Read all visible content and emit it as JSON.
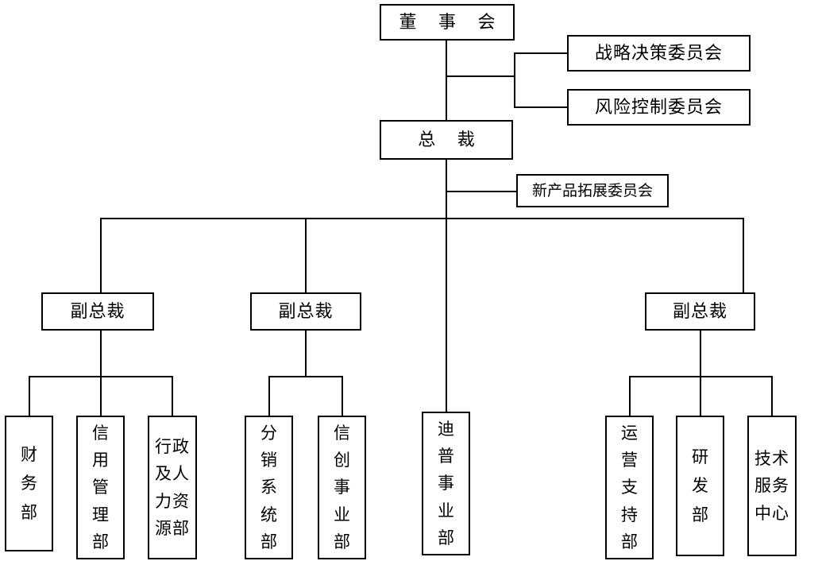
{
  "chart_data": {
    "type": "diagram",
    "title": "",
    "diagram_kind": "organization-chart",
    "orientation": "top-down",
    "nodes": [
      {
        "id": "board",
        "label": "董 事 会",
        "level": 0
      },
      {
        "id": "strategy",
        "label": "战略决策委员会",
        "level": 1
      },
      {
        "id": "risk",
        "label": "风险控制委员会",
        "level": 1
      },
      {
        "id": "president",
        "label": "总  裁",
        "level": 1
      },
      {
        "id": "newproduct",
        "label": "新产品拓展委员会",
        "level": 2
      },
      {
        "id": "vp1",
        "label": "副总裁",
        "level": 3
      },
      {
        "id": "vp2",
        "label": "副总裁",
        "level": 3
      },
      {
        "id": "vp3",
        "label": "副总裁",
        "level": 3
      },
      {
        "id": "finance",
        "label": "财\n务\n部",
        "level": 4
      },
      {
        "id": "credit",
        "label": "信\n用\n管\n理\n部",
        "level": 4
      },
      {
        "id": "hr",
        "label": "行政\n及人\n力资\n源部",
        "level": 4
      },
      {
        "id": "distribution",
        "label": "分\n销\n系\n统\n部",
        "level": 4
      },
      {
        "id": "xinchuang",
        "label": "信\n创\n事\n业\n部",
        "level": 4
      },
      {
        "id": "dptech",
        "label": "迪\n普\n事\n业\n部",
        "level": 4
      },
      {
        "id": "operations",
        "label": "运\n营\n支\n持\n部",
        "level": 4
      },
      {
        "id": "rnd",
        "label": "研\n发\n部",
        "level": 4
      },
      {
        "id": "techservice",
        "label": "技术\n服务\n中心",
        "level": 4
      }
    ],
    "edges": [
      {
        "from": "board",
        "to": "strategy"
      },
      {
        "from": "board",
        "to": "risk"
      },
      {
        "from": "board",
        "to": "president"
      },
      {
        "from": "president",
        "to": "newproduct"
      },
      {
        "from": "president",
        "to": "vp1"
      },
      {
        "from": "president",
        "to": "vp2"
      },
      {
        "from": "president",
        "to": "vp3"
      },
      {
        "from": "president",
        "to": "dptech"
      },
      {
        "from": "vp1",
        "to": "finance"
      },
      {
        "from": "vp1",
        "to": "credit"
      },
      {
        "from": "vp1",
        "to": "hr"
      },
      {
        "from": "vp2",
        "to": "distribution"
      },
      {
        "from": "vp2",
        "to": "xinchuang"
      },
      {
        "from": "vp3",
        "to": "operations"
      },
      {
        "from": "vp3",
        "to": "rnd"
      },
      {
        "from": "vp3",
        "to": "techservice"
      }
    ],
    "colors": {
      "background": "#ffffff",
      "box_border": "#000000",
      "box_fill": "#ffffff",
      "line": "#000000",
      "text": "#000000"
    }
  },
  "nodes": {
    "board": {
      "label": "董 事 会"
    },
    "strategy": {
      "label": "战略决策委员会"
    },
    "risk": {
      "label": "风险控制委员会"
    },
    "president": {
      "label": "总  裁"
    },
    "newproduct": {
      "label": "新产品拓展委员会"
    },
    "vp1": {
      "label": "副总裁"
    },
    "vp2": {
      "label": "副总裁"
    },
    "vp3": {
      "label": "副总裁"
    },
    "finance": {
      "label": "财\n务\n部"
    },
    "credit": {
      "label": "信\n用\n管\n理\n部"
    },
    "hr": {
      "label": "行政\n及人\n力资\n源部"
    },
    "distribution": {
      "label": "分\n销\n系\n统\n部"
    },
    "xinchuang": {
      "label": "信\n创\n事\n业\n部"
    },
    "dptech": {
      "label": "迪\n普\n事\n业\n部"
    },
    "operations": {
      "label": "运\n营\n支\n持\n部"
    },
    "rnd": {
      "label": "研\n发\n部"
    },
    "techservice": {
      "label": "技术\n服务\n中心"
    }
  }
}
